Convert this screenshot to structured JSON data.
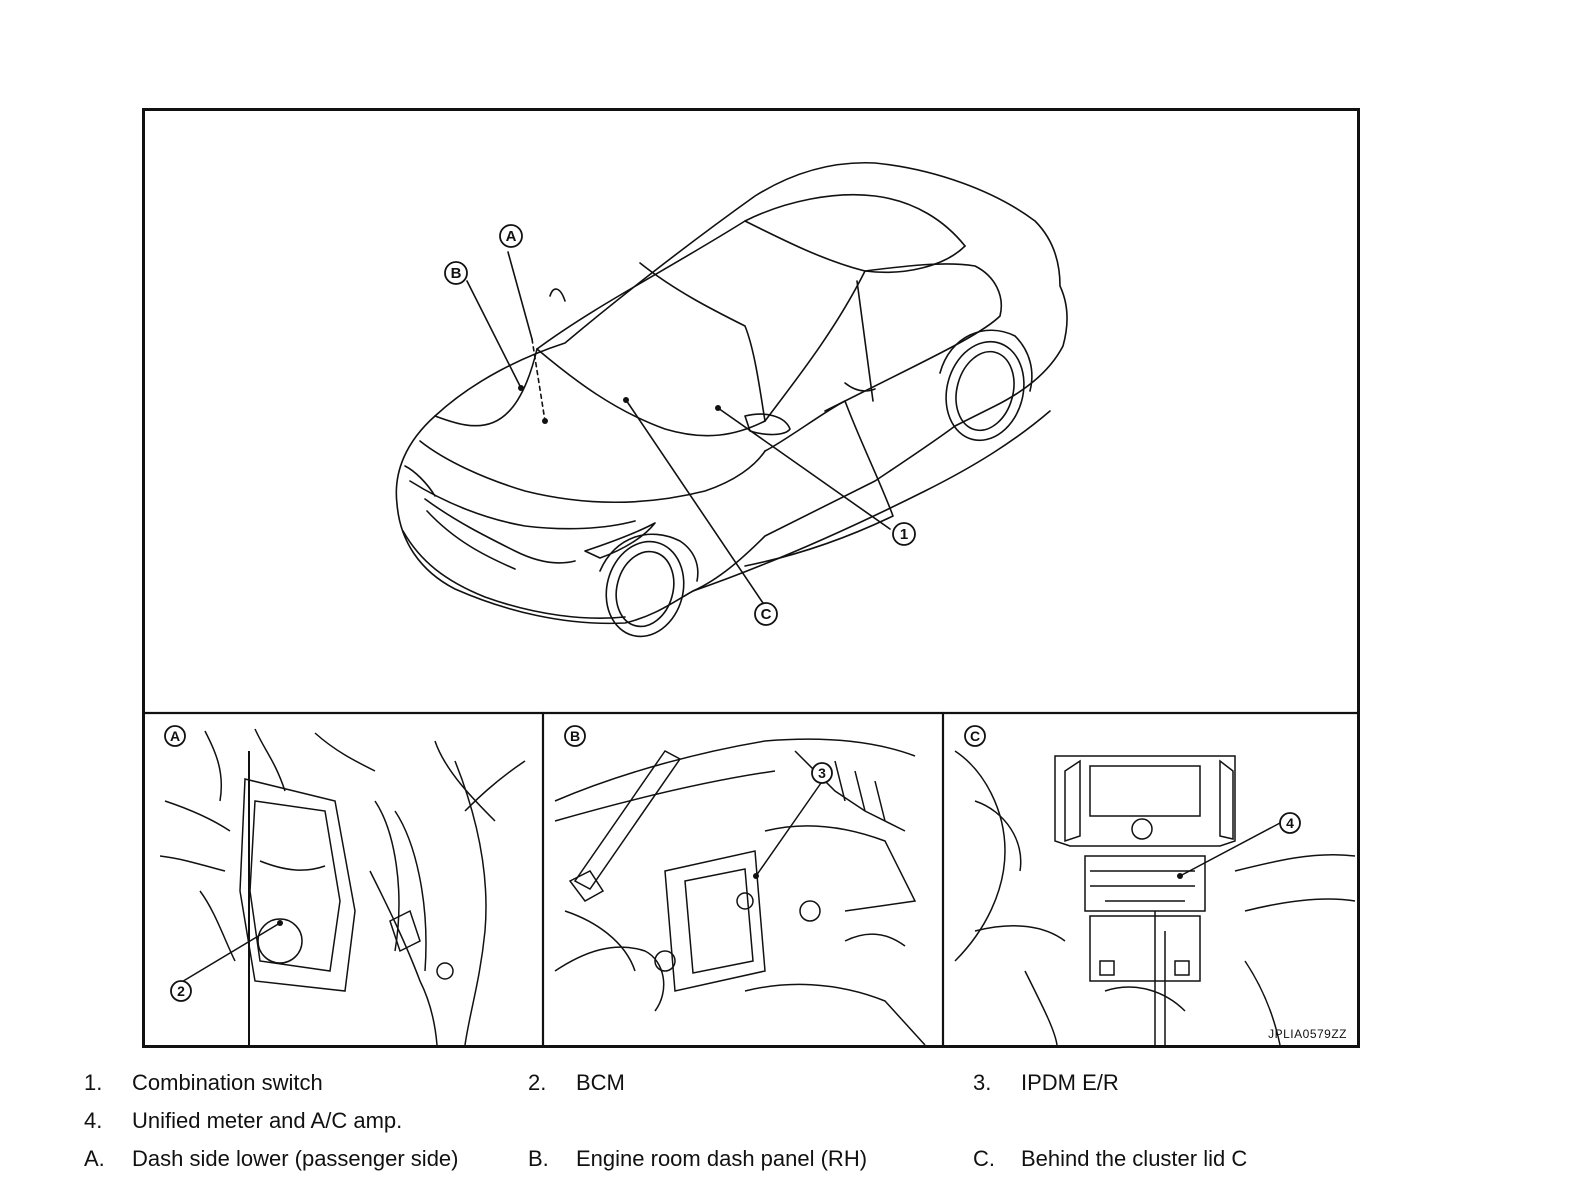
{
  "diagram": {
    "figure_code": "JPLIA0579ZZ",
    "main_callouts": {
      "A": "A",
      "B": "B",
      "C": "C",
      "n1": "1"
    },
    "panels": [
      {
        "letter": "A",
        "callout": "2"
      },
      {
        "letter": "B",
        "callout": "3"
      },
      {
        "letter": "C",
        "callout": "4"
      }
    ]
  },
  "legend": [
    {
      "num": "1.",
      "text": "Combination switch"
    },
    {
      "num": "2.",
      "text": "BCM"
    },
    {
      "num": "3.",
      "text": "IPDM E/R"
    },
    {
      "num": "4.",
      "text": "Unified meter and A/C amp."
    },
    {
      "num": "A.",
      "text": "Dash side lower (passenger side)"
    },
    {
      "num": "B.",
      "text": "Engine room dash panel (RH)"
    },
    {
      "num": "C.",
      "text": "Behind the cluster lid C"
    }
  ]
}
